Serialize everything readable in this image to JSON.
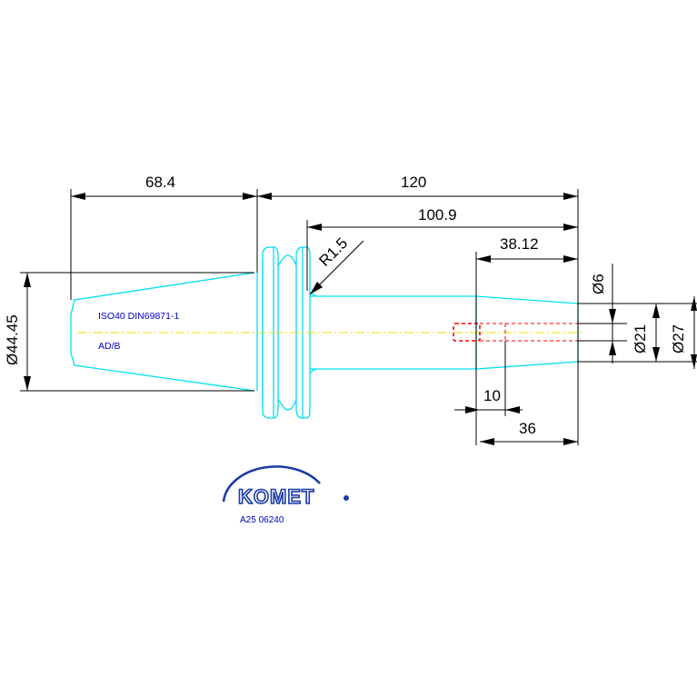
{
  "dimensions": {
    "d_68_4": "68.4",
    "d_120": "120",
    "d_100_9": "100.9",
    "d_38_12": "38.12",
    "d_r1_5": "R1.5",
    "d_dia_44_45": "Ø44.45",
    "d_dia_6": "Ø6",
    "d_dia_21": "Ø21",
    "d_dia_27": "Ø27",
    "d_10": "10",
    "d_36": "36"
  },
  "notes": {
    "standard": "ISO40 DIN69871-1",
    "form": "AD/B"
  },
  "logo": {
    "brand": "KOMET",
    "part_number": "A25 06240"
  },
  "colors": {
    "outline": "#00e0f0",
    "centerline": "#e8e000",
    "hole": "#ff0000",
    "dimension": "#000000",
    "note_text": "#0000cc",
    "logo": "#1a3aa8"
  }
}
